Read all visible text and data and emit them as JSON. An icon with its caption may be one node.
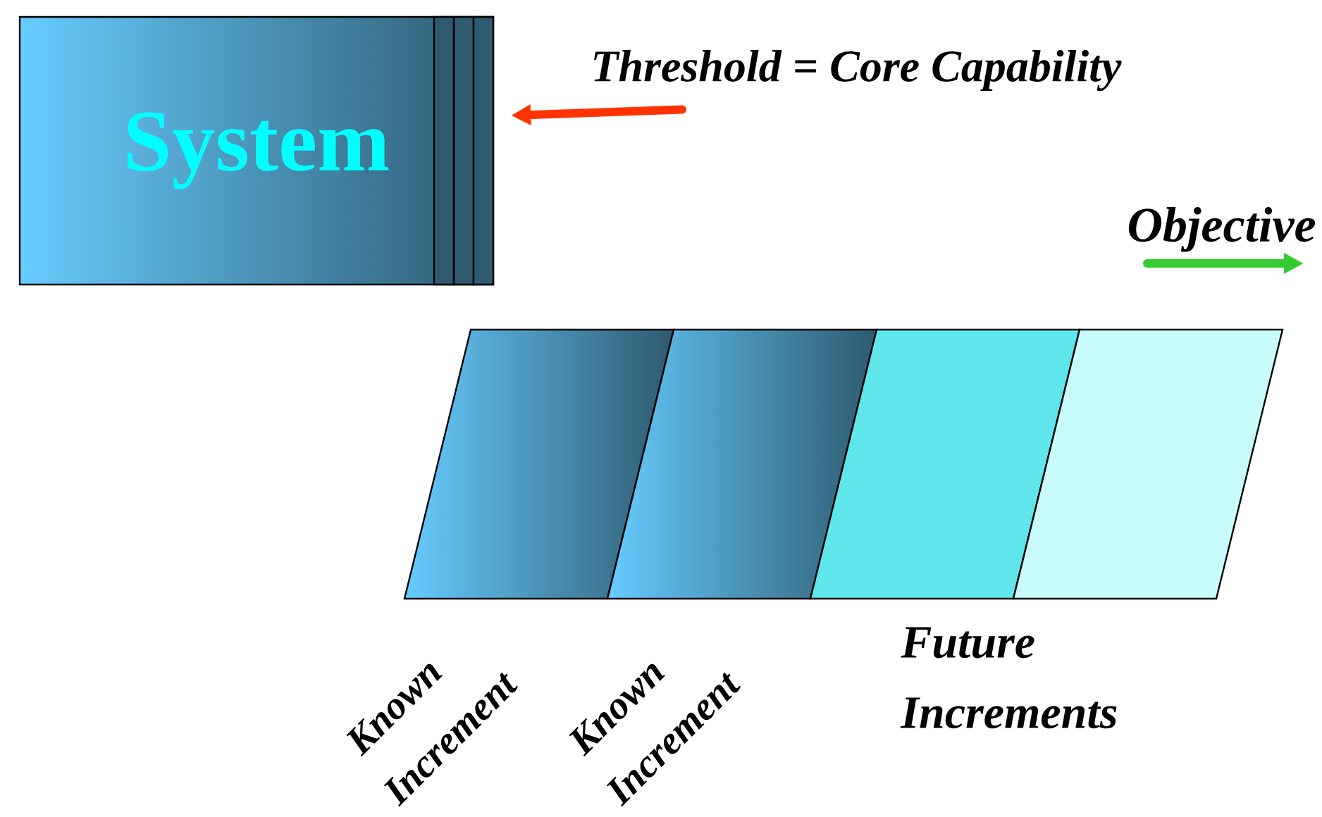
{
  "diagram": {
    "nodes": [
      {
        "text": [
          "System"
        ]
      },
      {
        "text": [],
        "shape": "parallelogram"
      },
      {
        "text": [],
        "shape": "parallelogram"
      },
      {
        "text": [],
        "shape": "parallelogram"
      },
      {
        "text": [],
        "shape": "parallelogram"
      },
      {
        "text": [
          "Threshold = Core Capability"
        ]
      }
    ],
    "edges": [
      {
        "from": 5,
        "to": 0,
        "arrow": "to",
        "color": "#ff3300"
      }
    ],
    "labels": [
      "Objective",
      "Known Increment",
      "Known Increment",
      "Future Increments"
    ]
  }
}
